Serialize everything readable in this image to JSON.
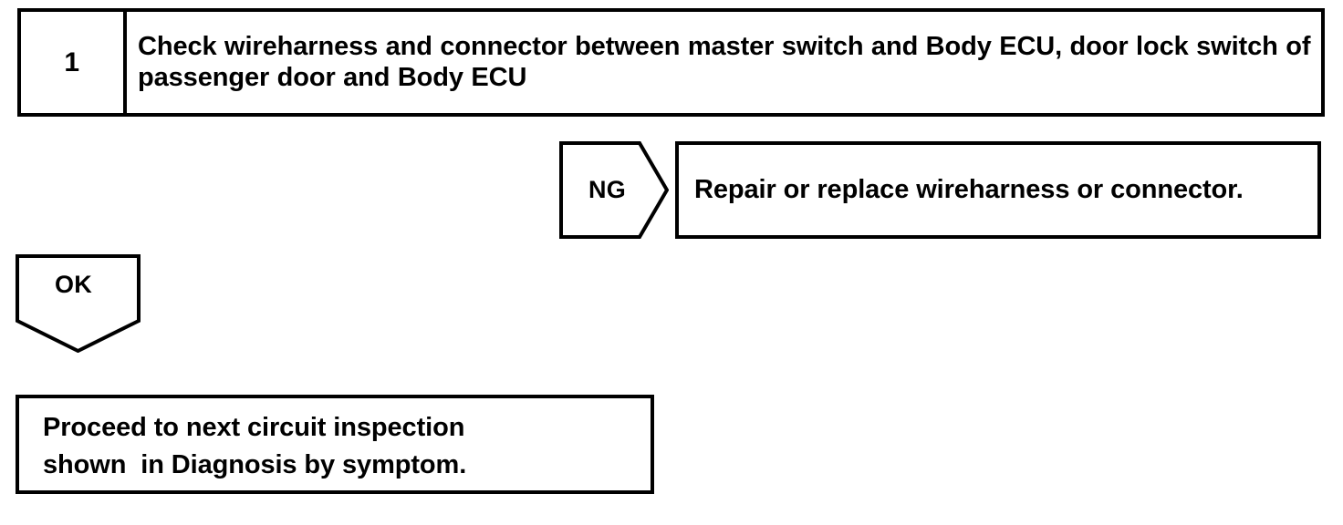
{
  "page": {
    "background": "#ffffff",
    "ink": "#000000",
    "title": "Troubleshooting flowchart step 1"
  },
  "step": {
    "number": "1",
    "instruction": "Check wireharness and connector between master switch and Body ECU, door lock switch of passenger door and Body ECU"
  },
  "branch_ng": {
    "label": "NG",
    "icon": "arrow-right-pentagon",
    "result_text": "Repair or replace wireharness or connector."
  },
  "branch_ok": {
    "label": "OK",
    "icon": "arrow-down-pentagon",
    "result_line1": "Proceed to next circuit inspection",
    "result_line2": "shown  in Diagnosis by symptom."
  }
}
